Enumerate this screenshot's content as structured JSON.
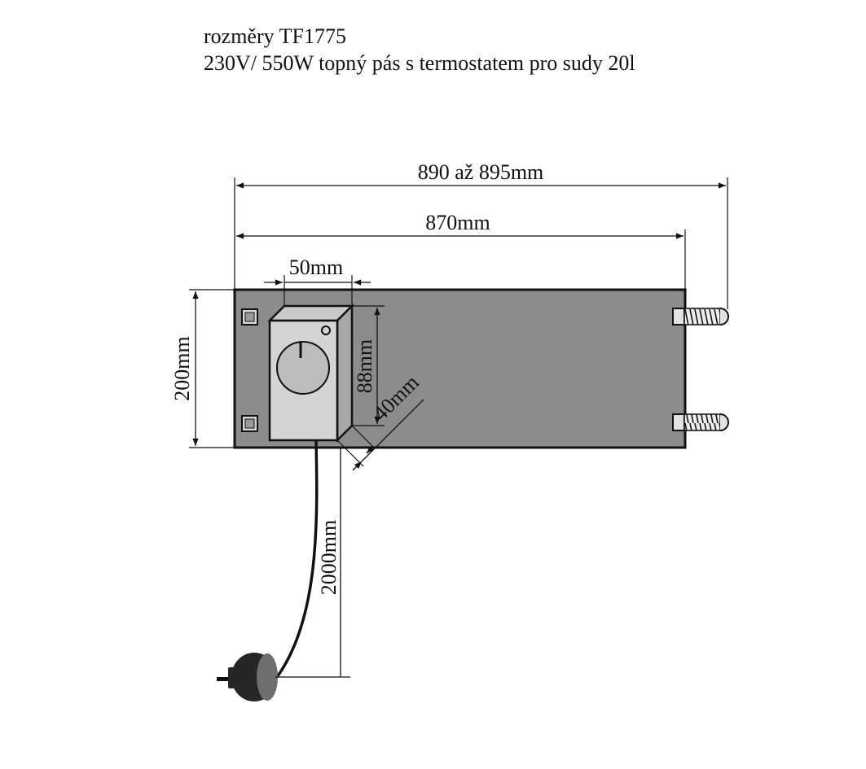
{
  "heading": {
    "line1": "rozměry TF1775",
    "line2": "230V/ 550W topný pás s termostatem pro sudy 20l"
  },
  "dimensions": {
    "overall_length": "890 až 895mm",
    "band_length": "870mm",
    "thermostat_width": "50mm",
    "band_height": "200mm",
    "thermostat_height": "88mm",
    "thermostat_depth": "40mm",
    "cable_length": "2000mm"
  },
  "colors": {
    "band_fill": "#8c8c8c",
    "thermostat_face": "#d4d4d4",
    "thermostat_side": "#a8a8a8",
    "ink": "#111111",
    "plug": "#262626"
  }
}
